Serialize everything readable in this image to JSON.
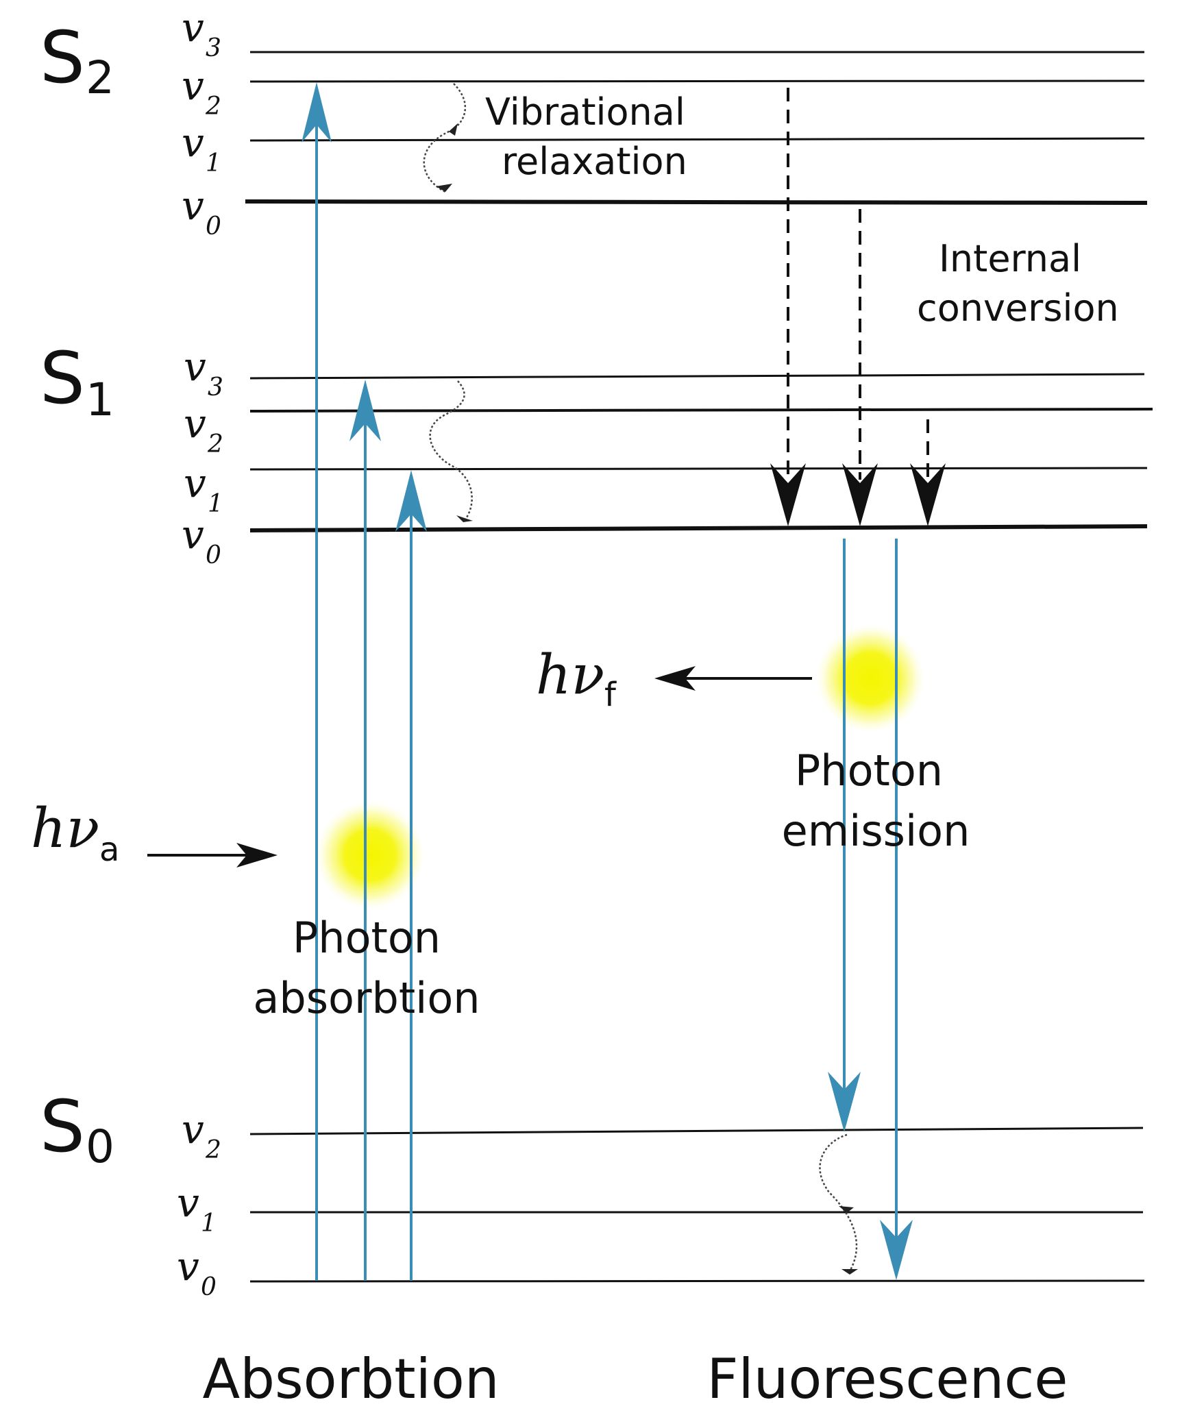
{
  "states": {
    "s2": {
      "letter": "S",
      "sub": "2"
    },
    "s1": {
      "letter": "S",
      "sub": "1"
    },
    "s0": {
      "letter": "S",
      "sub": "0"
    }
  },
  "vib_levels": {
    "s2": [
      {
        "v": "v",
        "sub": "3"
      },
      {
        "v": "v",
        "sub": "2"
      },
      {
        "v": "v",
        "sub": "1"
      },
      {
        "v": "v",
        "sub": "0"
      }
    ],
    "s1": [
      {
        "v": "v",
        "sub": "3"
      },
      {
        "v": "v",
        "sub": "2"
      },
      {
        "v": "v",
        "sub": "1"
      },
      {
        "v": "v",
        "sub": "0"
      }
    ],
    "s0": [
      {
        "v": "v",
        "sub": "2"
      },
      {
        "v": "v",
        "sub": "1"
      },
      {
        "v": "v",
        "sub": "0"
      }
    ]
  },
  "labels": {
    "vibrational_relaxation": [
      "Vibrational",
      "relaxation"
    ],
    "internal_conversion": [
      "Internal",
      "conversion"
    ],
    "photon_absorption": [
      "Photon",
      "absorbtion"
    ],
    "photon_emission": [
      "Photon",
      "emission"
    ],
    "hv_f": {
      "main": "hν",
      "sub": "f"
    },
    "hv_a": {
      "main": "hν",
      "sub": "a"
    },
    "absorption_title": "Absorbtion",
    "fluorescence_title": "Fluorescence"
  },
  "colors": {
    "transition_arrow": "#3a8db5",
    "level_line": "#111111",
    "photon_glow": "#f5f500"
  }
}
